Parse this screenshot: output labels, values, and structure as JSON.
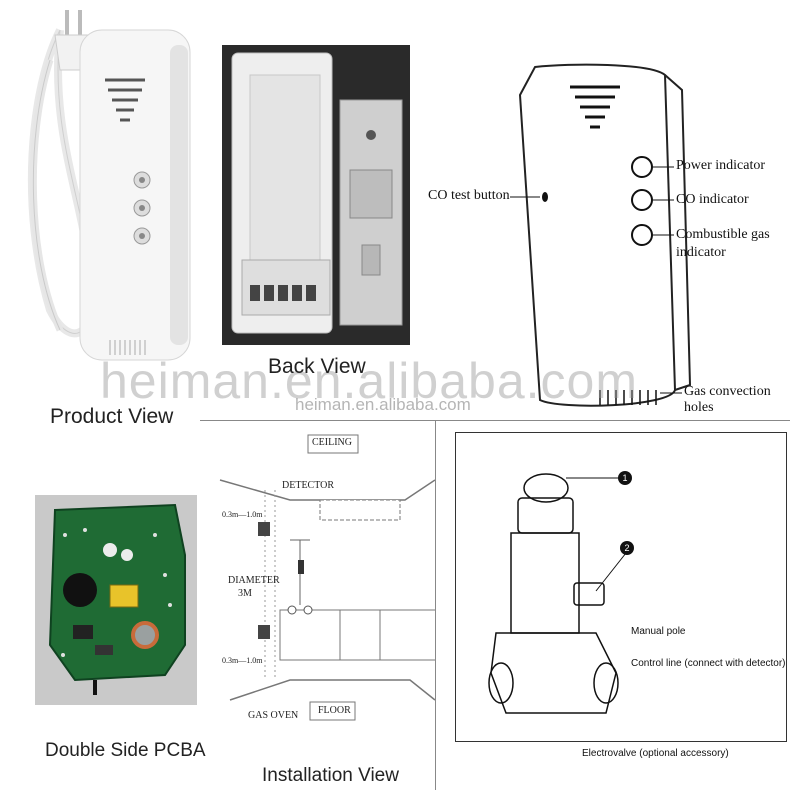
{
  "captions": {
    "product_view": "Product View",
    "back_view": "Back View",
    "pcba": "Double Side PCBA",
    "installation": "Installation View"
  },
  "watermark": {
    "main": "heiman.en.alibaba.com",
    "sub": "heiman.en.alibaba.com"
  },
  "diagram": {
    "co_test_button": "CO test button",
    "power_indicator": "Power indicator",
    "co_indicator": "CO indicator",
    "combustible_line1": "Combustible gas",
    "combustible_line2": "indicator",
    "convection_holes": "Gas convection holes"
  },
  "installation": {
    "ceiling": "CEILING",
    "detector": "DETECTOR",
    "diameter_line1": "DIAMETER",
    "diameter_line2": "3M",
    "dist_top": "0.3m—1.0m",
    "dist_bottom": "0.3m—1.0m",
    "gas_oven": "GAS OVEN",
    "floor": "FLOOR"
  },
  "valve": {
    "callout1": "1",
    "callout2": "2",
    "legend1": "Manual pole",
    "legend2": "Control line (connect with detector)",
    "caption": "Electrovalve (optional accessory)"
  }
}
